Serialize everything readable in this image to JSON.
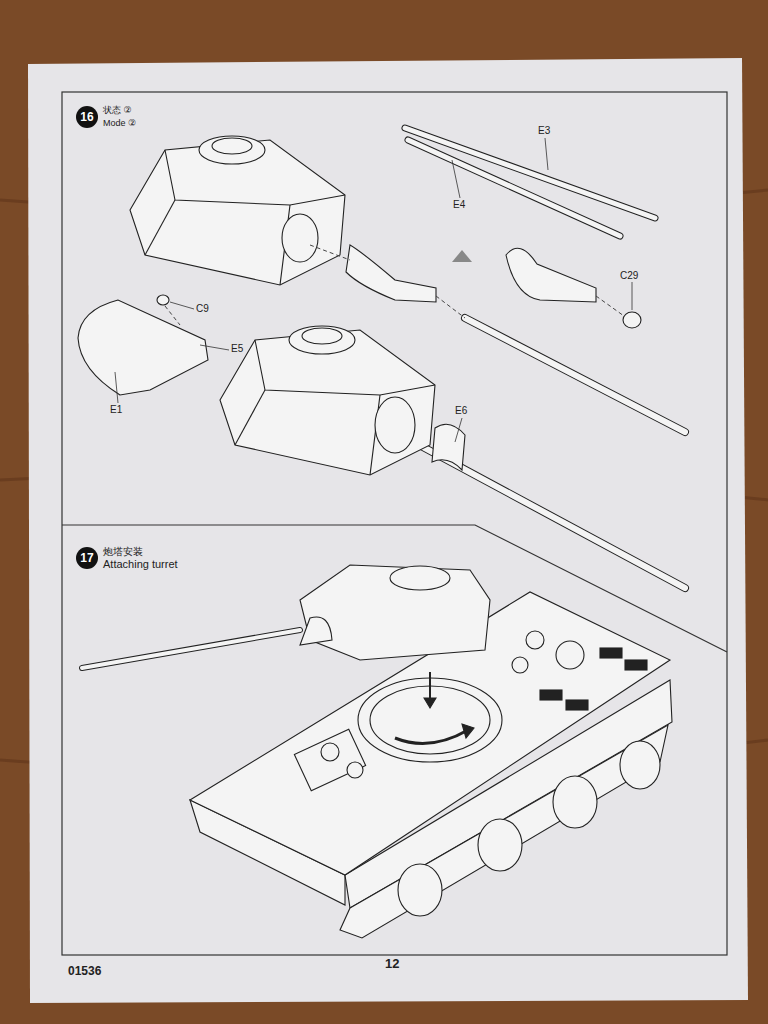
{
  "diagram": {
    "nodes": [
      {
        "text": [
          "16",
          "状态 ②",
          "Mode ②"
        ]
      },
      {
        "text": [
          "17",
          "炮塔安装",
          "Attaching turret"
        ]
      }
    ],
    "labels": [
      "E3",
      "E4",
      "C29",
      "C9",
      "E5",
      "E1",
      "E6",
      "01536",
      "12"
    ]
  }
}
